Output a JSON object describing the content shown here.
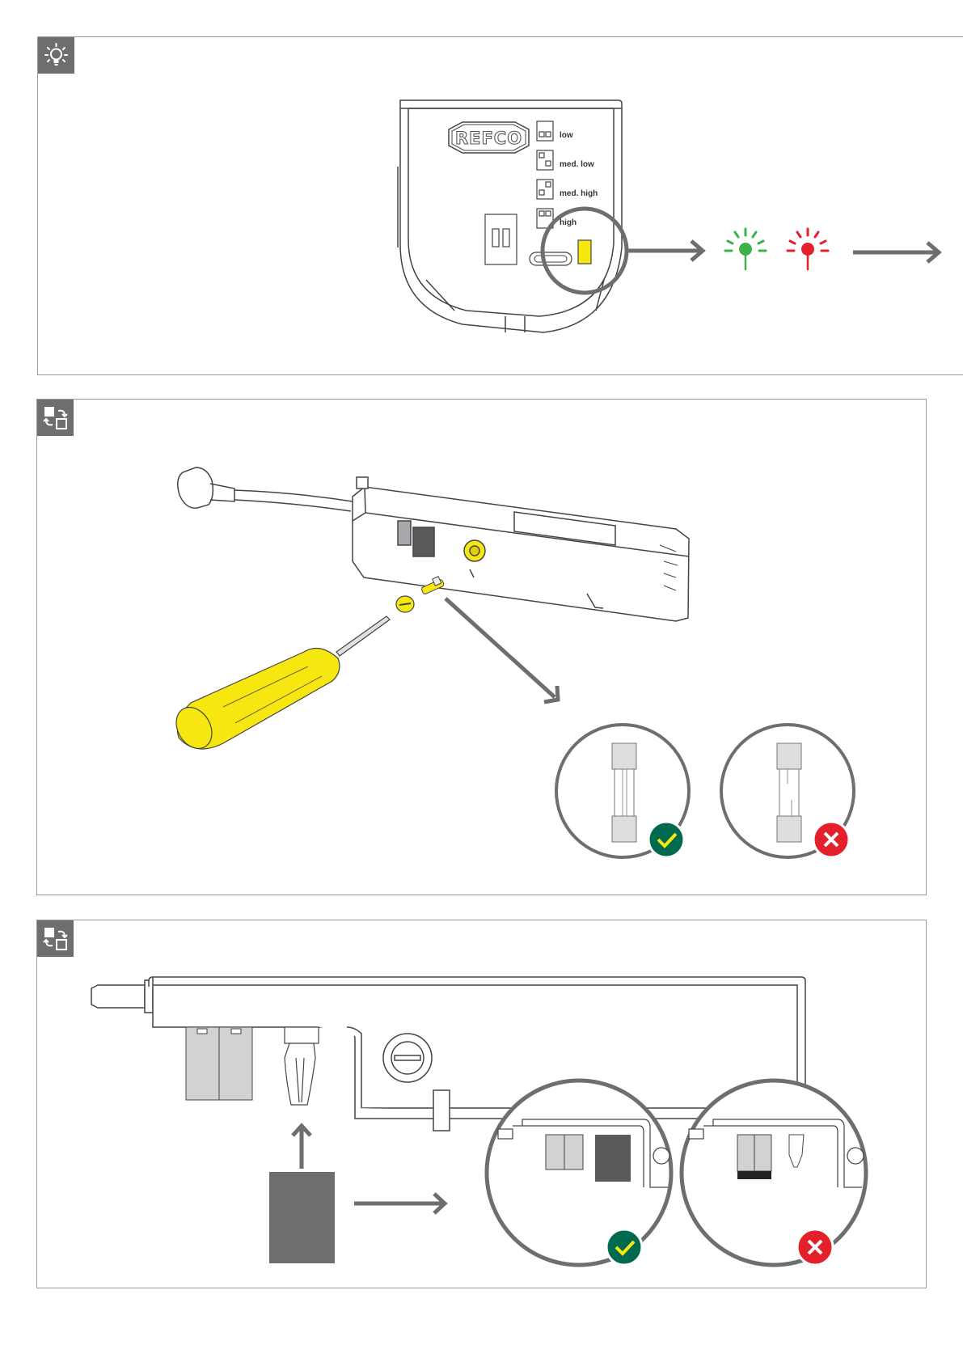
{
  "device": {
    "brand": "REFCO",
    "sensitivity_levels": [
      "low",
      "med. low",
      "med. high",
      "high"
    ]
  },
  "status_lights": {
    "ok_color": "#3fb14a",
    "fault_color": "#e4202a"
  },
  "icons": {
    "step1": "lightbulb-tip-icon",
    "step2": "replace-swap-icon",
    "step3": "replace-swap-icon",
    "correct": "checkmark-icon",
    "wrong": "cross-icon"
  },
  "colors": {
    "accent_yellow": "#f6e711",
    "arrow_gray": "#6d6e70",
    "ok_badge": "#006a4e",
    "fault_badge": "#e4202a",
    "line": "#333333"
  }
}
